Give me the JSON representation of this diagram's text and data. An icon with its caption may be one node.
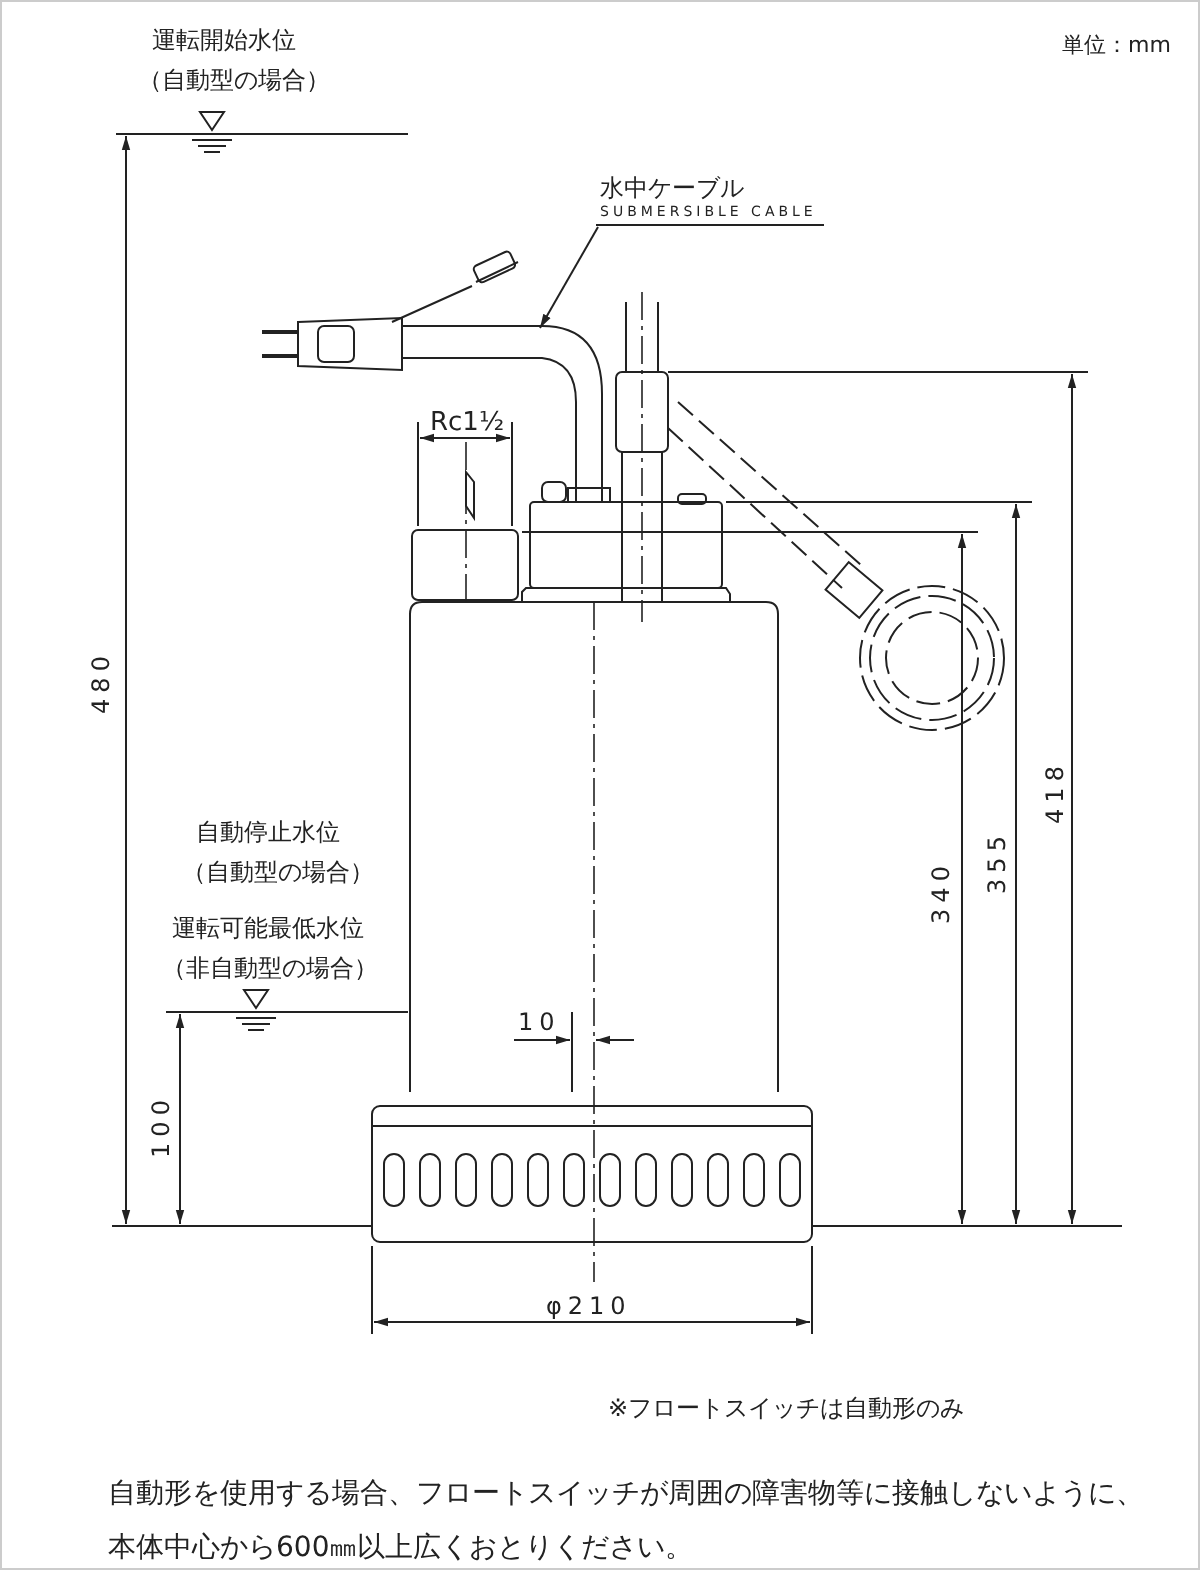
{
  "diagram": {
    "nodes": [
      {
        "text": [
          "水中ケーブル",
          "SUBMERSIBLE CABLE"
        ]
      },
      {
        "text": [],
        "shape": "cable"
      }
    ],
    "edges": [
      {
        "from": 0,
        "to": 1,
        "arrow": "to"
      }
    ],
    "labels": [
      "単位：mm",
      "運転開始水位",
      "（自動型の場合）",
      "Rc1½",
      "480",
      "自動停止水位",
      "（自動型の場合）",
      "運転可能最低水位",
      "（非自動型の場合）",
      "340",
      "355",
      "418",
      "10",
      "100",
      "φ210",
      "※フロートスイッチは自動形のみ",
      "自動形を使用する場合、フロートスイッチが周囲の障害物等に接触しないように、本体中心から600㎜以上広くおとりください。"
    ]
  }
}
